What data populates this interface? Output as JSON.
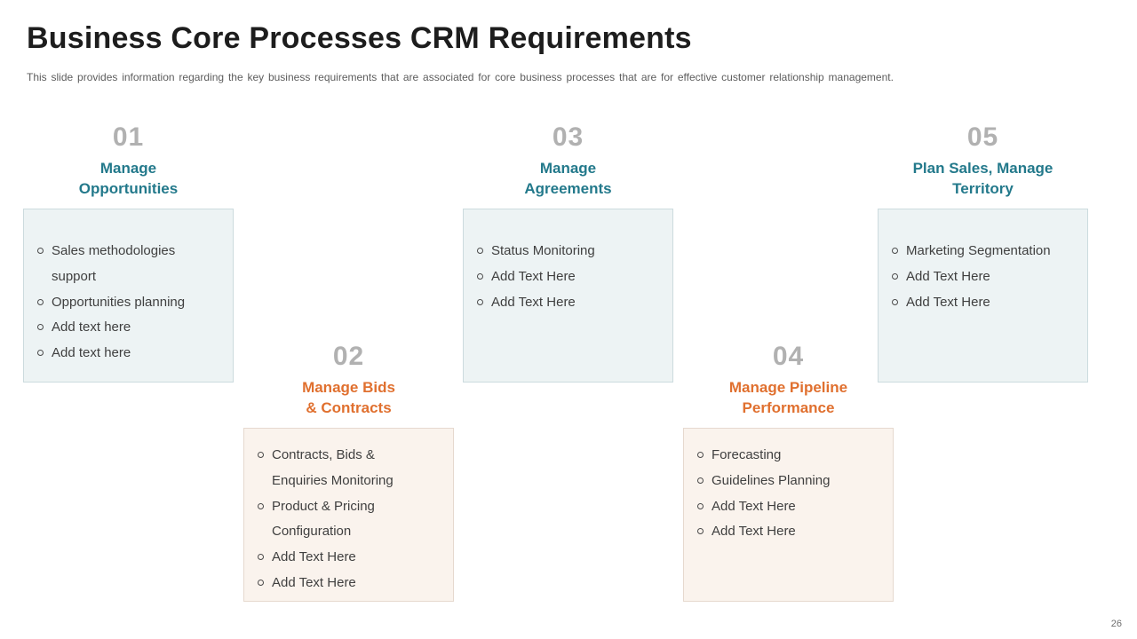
{
  "slide": {
    "title": "Business Core Processes CRM Requirements",
    "subtitle": "This slide provides information regarding the key business requirements that are associated for core business processes that are for effective customer relationship management.",
    "page_number": "26"
  },
  "colors": {
    "teal": "#23798B",
    "orange": "#E0702F",
    "number_gray": "#B1B1B1",
    "teal_box_bg": "#EDF3F4",
    "teal_box_border": "#CCDBDE",
    "orange_box_bg": "#FAF3ED",
    "orange_box_border": "#E6D9CF",
    "body_text": "#3F3F3F",
    "title_text": "#1D1D1D",
    "subtitle_text": "#5D5D5D"
  },
  "icons": {
    "bullet": "circle-outline"
  },
  "columns": [
    {
      "number": "01",
      "heading": "Manage\nOpportunities",
      "theme": "teal",
      "items": [
        "Sales methodologies\nsupport",
        "Opportunities planning",
        "Add text here",
        "Add text here"
      ]
    },
    {
      "number": "02",
      "heading": "Manage Bids\n& Contracts",
      "theme": "orange",
      "items": [
        "Contracts, Bids &\nEnquiries Monitoring",
        "Product & Pricing\nConfiguration",
        "Add Text Here",
        "Add Text Here"
      ]
    },
    {
      "number": "03",
      "heading": "Manage\nAgreements",
      "theme": "teal",
      "items": [
        "Status Monitoring",
        "Add Text Here",
        "Add Text Here"
      ]
    },
    {
      "number": "04",
      "heading": "Manage Pipeline\nPerformance",
      "theme": "orange",
      "items": [
        "Forecasting",
        "Guidelines Planning",
        "Add Text Here",
        "Add Text Here"
      ]
    },
    {
      "number": "05",
      "heading": "Plan Sales, Manage\nTerritory",
      "theme": "teal",
      "items": [
        "Marketing Segmentation",
        "Add Text Here",
        "Add Text Here"
      ]
    }
  ]
}
